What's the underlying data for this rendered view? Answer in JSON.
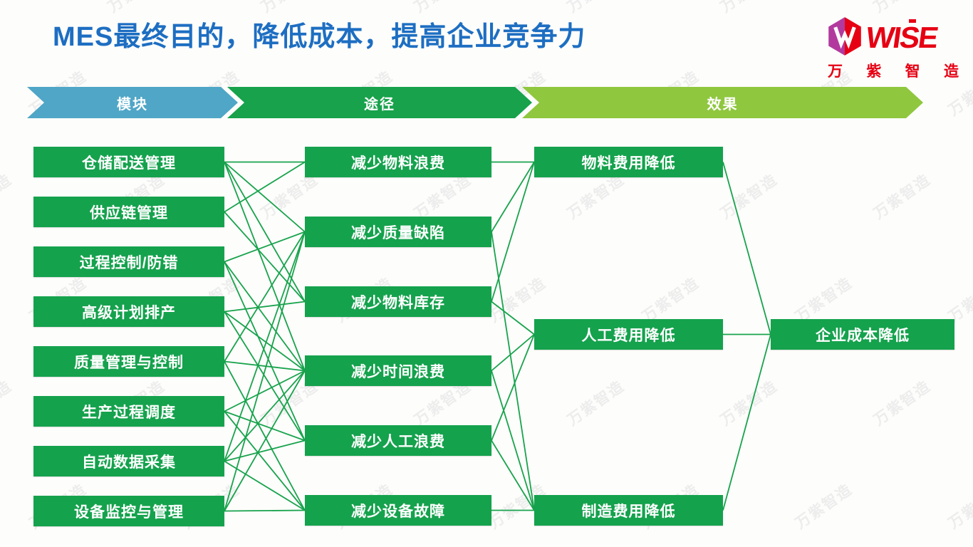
{
  "title": "MES最终目的，降低成本，提高企业竞争力",
  "logo": {
    "wordmark": "WISE",
    "subtext": "万紫智造"
  },
  "watermark": {
    "text": "万紫智造"
  },
  "colors": {
    "title_blue": "#1d6ec2",
    "arrow_blue": "#4fa6c7",
    "arrow_green": "#17a24b",
    "arrow_light_green": "#8fc73e",
    "box_green": "#15a24d",
    "line_green": "#18a34d",
    "logo_red": "#e60013",
    "logo_purple": "#b23a9e"
  },
  "headers": [
    {
      "label": "模块"
    },
    {
      "label": "途径"
    },
    {
      "label": "效果"
    }
  ],
  "modules": [
    "仓储配送管理",
    "供应链管理",
    "过程控制/防错",
    "高级计划排产",
    "质量管理与控制",
    "生产过程调度",
    "自动数据采集",
    "设备监控与管理"
  ],
  "paths": [
    "减少物料浪费",
    "减少质量缺陷",
    "减少物料库存",
    "减少时间浪费",
    "减少人工浪费",
    "减少设备故障"
  ],
  "effects": [
    "物料费用降低",
    "人工费用降低",
    "制造费用降低"
  ],
  "goal": "企业成本降低",
  "connections": {
    "module_to_path": [
      [
        0,
        0
      ],
      [
        0,
        1
      ],
      [
        0,
        2
      ],
      [
        0,
        3
      ],
      [
        1,
        0
      ],
      [
        1,
        2
      ],
      [
        2,
        1
      ],
      [
        2,
        3
      ],
      [
        2,
        4
      ],
      [
        3,
        2
      ],
      [
        3,
        3
      ],
      [
        3,
        4
      ],
      [
        4,
        1
      ],
      [
        4,
        3
      ],
      [
        4,
        5
      ],
      [
        5,
        3
      ],
      [
        5,
        4
      ],
      [
        5,
        5
      ],
      [
        6,
        1
      ],
      [
        6,
        3
      ],
      [
        6,
        4
      ],
      [
        6,
        5
      ],
      [
        7,
        1
      ],
      [
        7,
        3
      ],
      [
        7,
        5
      ]
    ],
    "path_to_effect": [
      [
        0,
        0
      ],
      [
        1,
        0
      ],
      [
        1,
        2
      ],
      [
        2,
        0
      ],
      [
        2,
        1
      ],
      [
        3,
        1
      ],
      [
        3,
        2
      ],
      [
        4,
        1
      ],
      [
        4,
        2
      ],
      [
        5,
        2
      ]
    ],
    "effect_to_goal": [
      0,
      1,
      2
    ]
  }
}
